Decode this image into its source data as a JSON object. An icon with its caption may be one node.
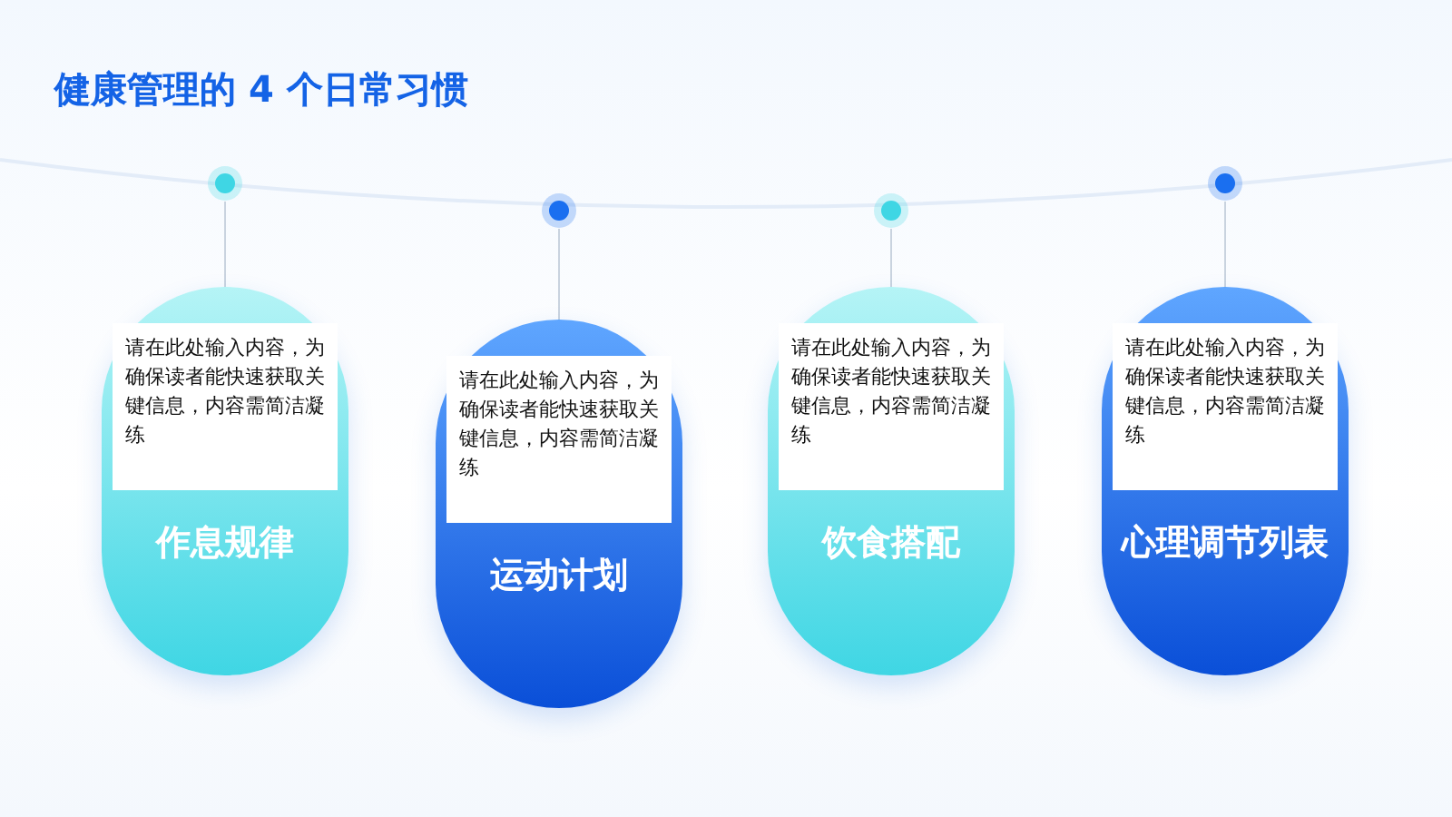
{
  "diagram": {
    "title": "健康管理的 4 个日常习惯",
    "nodes": [
      {
        "text": [],
        "shape": "circle"
      },
      {
        "text": [
          "请在此处输入内容，为确保读者能快速获取关键信息，内容需简洁凝练",
          "作息规律"
        ]
      },
      {
        "text": [],
        "shape": "circle"
      },
      {
        "text": [
          "请在此处输入内容，为确保读者能快速获取关键信息，内容需简洁凝练",
          "运动计划"
        ]
      },
      {
        "text": [],
        "shape": "circle"
      },
      {
        "text": [
          "请在此处输入内容，为确保读者能快速获取关键信息，内容需简洁凝练",
          "饮食搭配"
        ]
      },
      {
        "text": [],
        "shape": "circle"
      },
      {
        "text": [
          "请在此处输入内容，为确保读者能快速获取关键信息，内容需简洁凝练",
          "心理调节列表"
        ]
      }
    ],
    "edges": [
      {
        "from": 0,
        "to": 1,
        "arrow": "none"
      },
      {
        "from": 2,
        "to": 3,
        "arrow": "none"
      },
      {
        "from": 4,
        "to": 5,
        "arrow": "none"
      },
      {
        "from": 6,
        "to": 7,
        "arrow": "none"
      }
    ]
  }
}
